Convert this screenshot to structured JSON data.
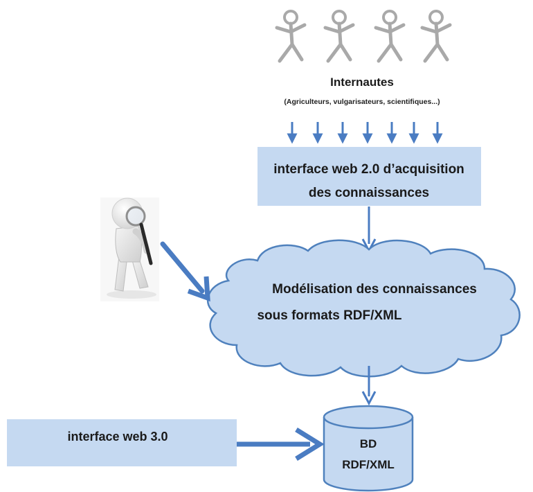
{
  "users": {
    "title": "Internautes",
    "subtitle": "(Agriculteurs, vulgarisateurs, scientifiques...)",
    "count": 4,
    "icon": "stick-figure-icon"
  },
  "boxes": {
    "acquisition": {
      "line1": "interface web 2.0 d’acquisition",
      "line2": "des connaissances"
    },
    "modeling": {
      "line1": "Modélisation des connaissances",
      "line2": "sous formats RDF/XML"
    },
    "database": {
      "line1": "BD",
      "line2": "RDF/XML"
    },
    "web3": {
      "label": "interface web 3.0"
    }
  },
  "analyst": {
    "icon": "magnifying-glass-person-icon"
  },
  "colors": {
    "box_fill": "#c5d9f1",
    "arrow": "#4a7cc2",
    "figure": "#a9a9a9",
    "cloud_stroke": "#4f81bd"
  }
}
